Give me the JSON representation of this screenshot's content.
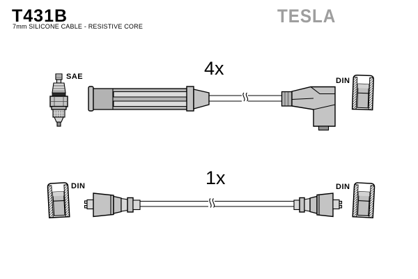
{
  "header": {
    "part_number": "T431B",
    "description": "7mm SILICONE CABLE - RESISTIVE CORE",
    "brand": "TESLA"
  },
  "top_assembly": {
    "quantity_label": "4x",
    "plug_end_standard": "SAE",
    "distributor_end_standard": "DIN",
    "plug_boot_type": "straight",
    "distributor_boot_type": "angled-90"
  },
  "bottom_assembly": {
    "quantity_label": "1x",
    "left_end_standard": "DIN",
    "right_end_standard": "DIN"
  },
  "colors": {
    "background": "#ffffff",
    "text": "#000000",
    "outline": "#000000",
    "brand-gray": "#9e9e9e",
    "boot-fill": "#c4c4c4",
    "boot-fill-dark": "#b3b3b3",
    "slot-fill": "#dcdcdc",
    "cup-inner": "#bfbfbf"
  }
}
